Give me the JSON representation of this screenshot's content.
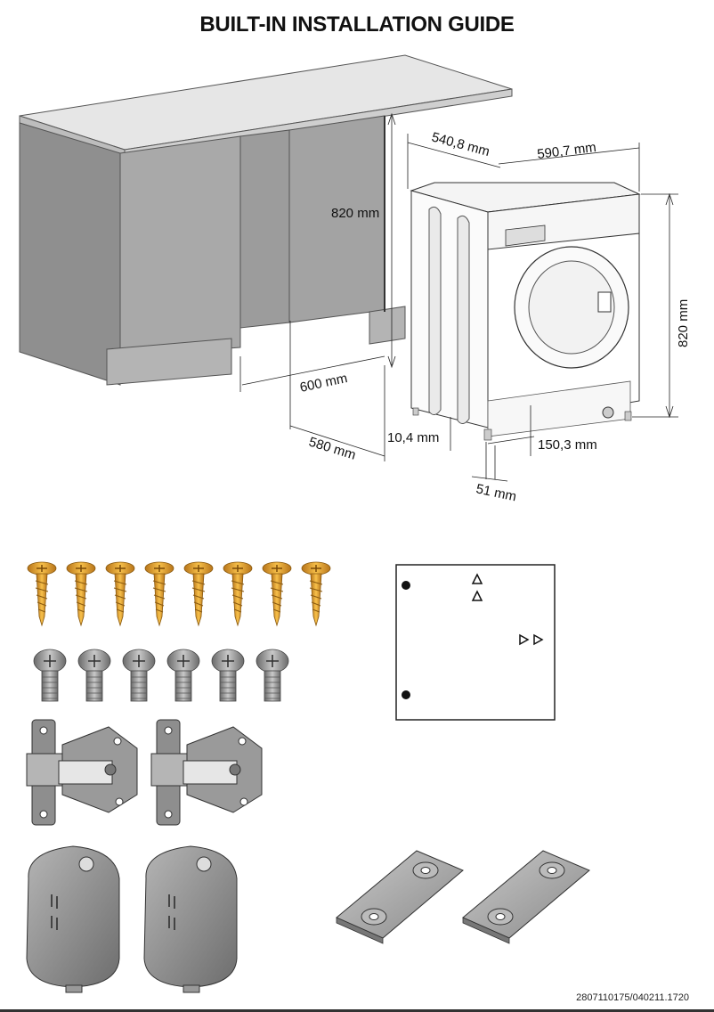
{
  "title": "BUILT-IN INSTALLATION GUIDE",
  "dimensions": {
    "cabinet_height": "820 mm",
    "depth": "540,8 mm",
    "width": "590,7 mm",
    "machine_height": "820 mm",
    "niche_width": "600 mm",
    "niche_depth": "580 mm",
    "foot_gap": "10,4 mm",
    "toe_offset": "150,3 mm",
    "plinth": "51 mm"
  },
  "parts": {
    "wood_screws": 8,
    "machine_screws": 6,
    "hinges": 2,
    "caps": 2,
    "plates": 2
  },
  "document_code": "2807110175/040211.1720",
  "colors": {
    "cabinet": "#a7a7a7",
    "cabinet_dark": "#8b8b8b",
    "screw_gold": "#e8a42a",
    "metal_grey": "#8e8e8e"
  }
}
